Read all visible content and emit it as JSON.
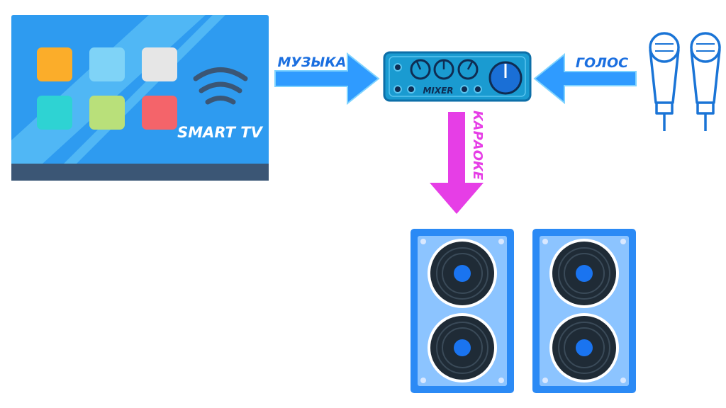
{
  "tv": {
    "label": "SMART TV"
  },
  "mixer": {
    "label": "MIXER"
  },
  "arrows": {
    "music": "МУЗЫКА",
    "voice": "ГОЛОС",
    "karaoke": "КАРАОКЕ"
  },
  "colors": {
    "tv_screen": "#2e9bf0",
    "tv_stand": "#3b5675",
    "app_orange": "#fbad2a",
    "app_lightblue": "#7fd3f7",
    "app_gray": "#e6e6e6",
    "app_teal": "#2ed3d3",
    "app_green": "#b9e07a",
    "app_red": "#f4646a",
    "arrow_blue": "#2f9bff",
    "arrow_magenta": "#e63ee6",
    "text_music_voice": "#1b6fe0",
    "mixer_body": "#1a9bd1",
    "mic_blue": "#1a74d6",
    "speaker_frame": "#2b8af5",
    "speaker_panel": "#8cc4ff"
  },
  "icons": [
    "wifi-icon",
    "mixer-knob-icon",
    "microphone-icon",
    "speaker-icon"
  ]
}
